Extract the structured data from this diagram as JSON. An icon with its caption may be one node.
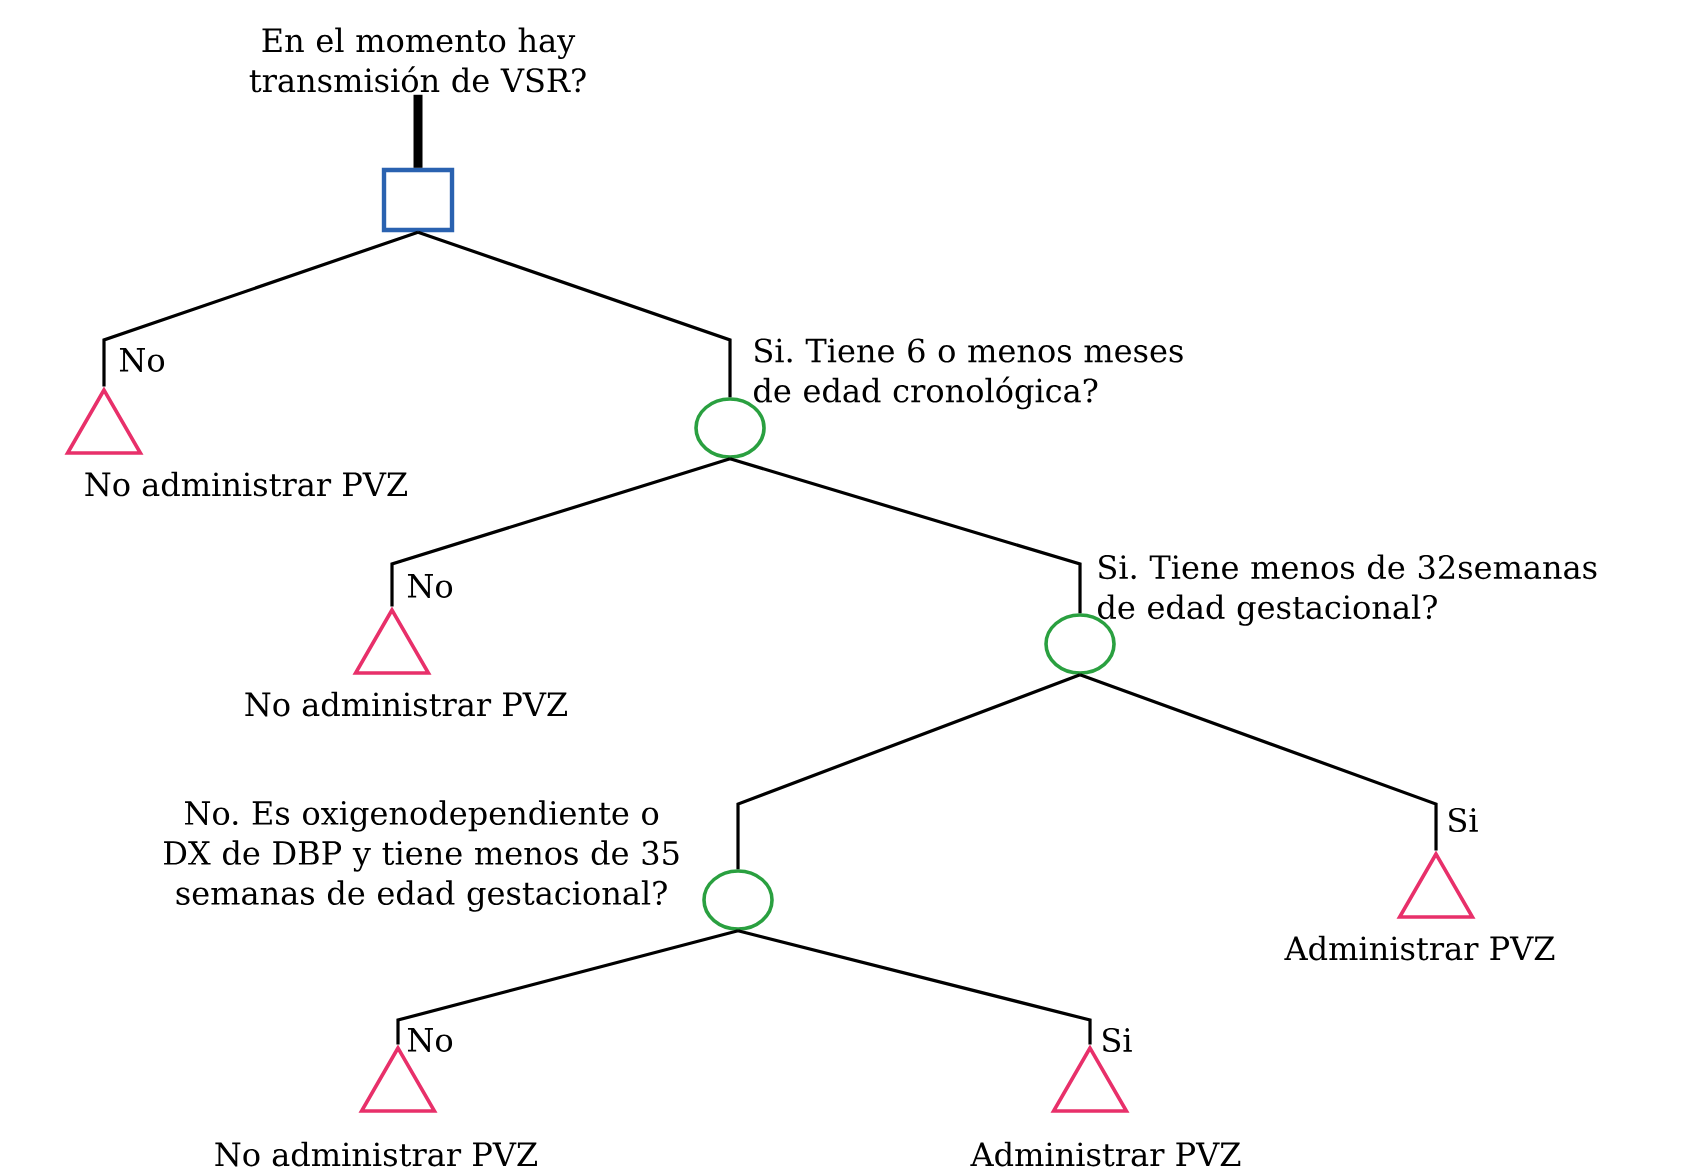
{
  "diagram": {
    "nodes": [
      {
        "text": [
          "En el momento hay transmisión de VSR?"
        ]
      },
      {
        "text": [],
        "shape": "box"
      },
      {
        "text": [],
        "shape": "triangle",
        "beside": [
          "No administrar PVZ"
        ]
      },
      {
        "text": [],
        "shape": "circle"
      },
      {
        "text": [],
        "shape": "triangle",
        "beside": [
          "No administrar PVZ"
        ]
      },
      {
        "text": [],
        "shape": "circle"
      },
      {
        "text": [],
        "shape": "circle"
      },
      {
        "text": [],
        "shape": "triangle",
        "beside": [
          "Administrar PVZ"
        ]
      },
      {
        "text": [],
        "shape": "triangle",
        "beside": [
          "No administrar PVZ"
        ]
      },
      {
        "text": [],
        "shape": "triangle",
        "beside": [
          "Administrar PVZ"
        ]
      }
    ],
    "edges": [
      {
        "from": 0,
        "to": 1,
        "arrow": "none",
        "style": "thick"
      },
      {
        "from": 1,
        "to": 2,
        "arrow": "none",
        "label": "No"
      },
      {
        "from": 1,
        "to": 3,
        "arrow": "none",
        "label": "Si. Tiene 6 o menos meses de edad cronológica?"
      },
      {
        "from": 3,
        "to": 4,
        "arrow": "none",
        "label": "No"
      },
      {
        "from": 3,
        "to": 5,
        "arrow": "none",
        "label": "Si. Tiene menos de 32semanas de edad gestacional?"
      },
      {
        "from": 5,
        "to": 6,
        "arrow": "none",
        "label": "No. Es oxigenodependiente o DX de DBP y tiene menos de 35 semanas de edad gestacional?"
      },
      {
        "from": 5,
        "to": 7,
        "arrow": "none",
        "label": "Si"
      },
      {
        "from": 6,
        "to": 8,
        "arrow": "none",
        "label": "No"
      },
      {
        "from": 6,
        "to": 9,
        "arrow": "none",
        "label": "Si"
      }
    ]
  }
}
